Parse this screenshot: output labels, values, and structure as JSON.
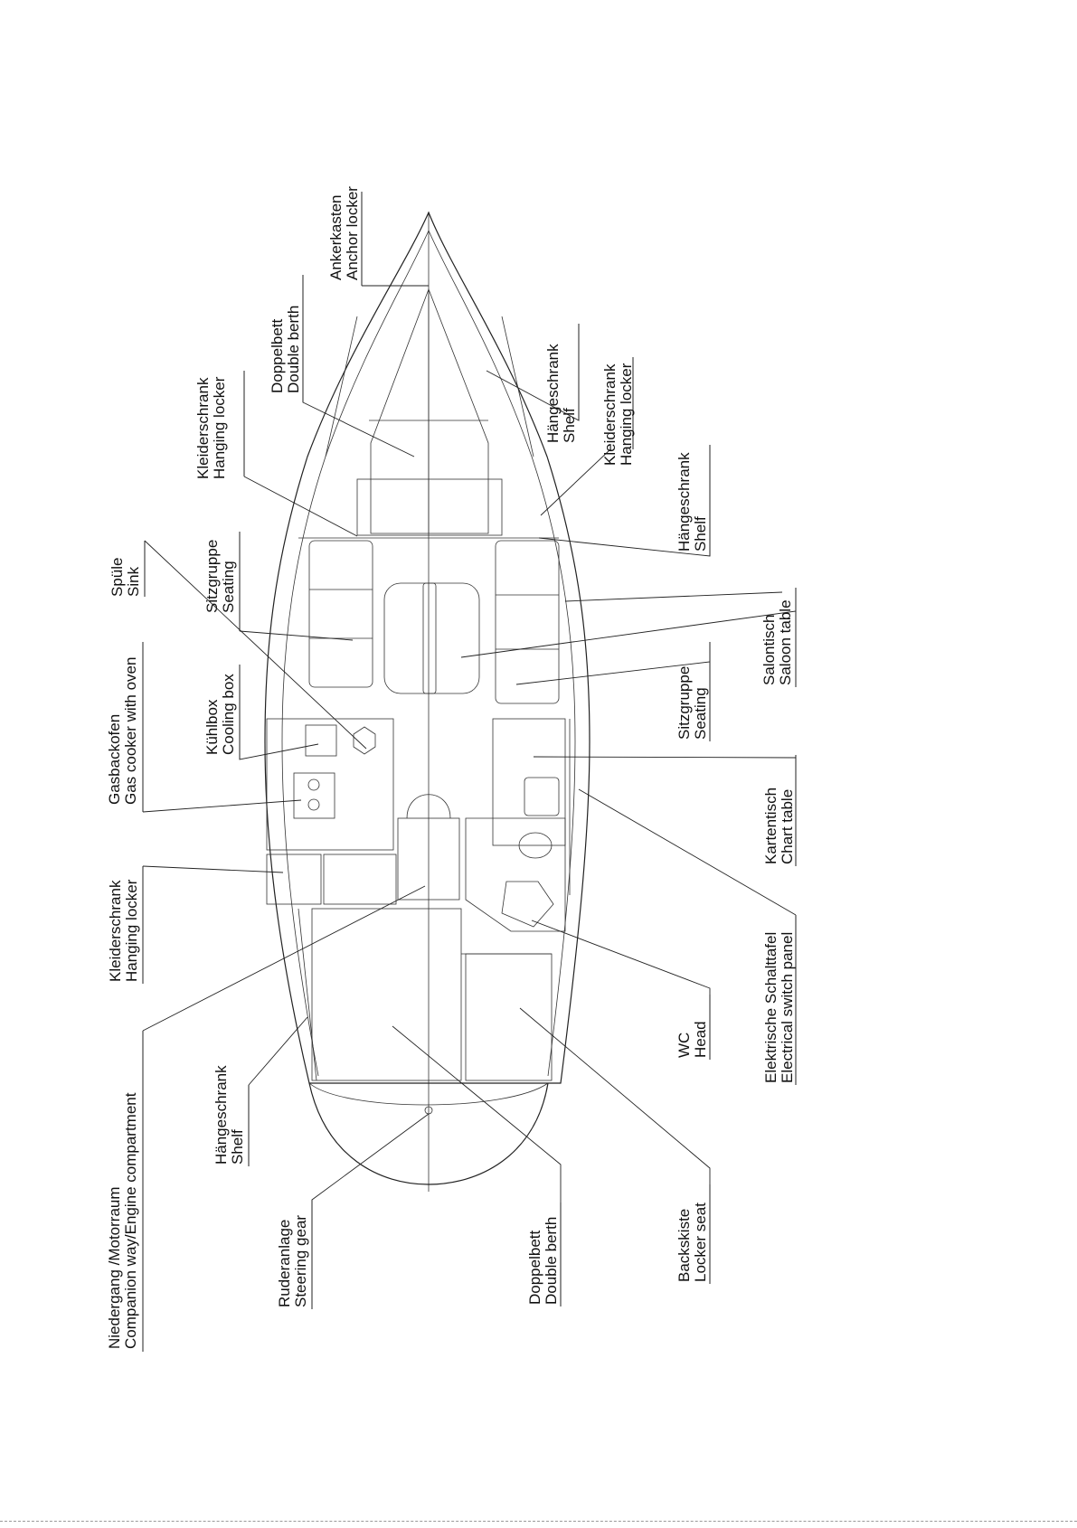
{
  "labels": {
    "anchor_locker": {
      "de": "Ankerkasten",
      "en": "Anchor locker"
    },
    "double_berth_fwd": {
      "de": "Doppelbett",
      "en": "Double berth"
    },
    "hanging_locker_fwd_port": {
      "de": "Kleiderschrank",
      "en": "Hanging locker"
    },
    "shelf_fwd_stbd": {
      "de": "Hängeschrank",
      "en": "Shelf"
    },
    "hanging_locker_fwd_stbd": {
      "de": "Kleiderschrank",
      "en": "Hanging locker"
    },
    "shelf_saloon_stbd": {
      "de": "Hängeschrank",
      "en": "Shelf"
    },
    "sink": {
      "de": "Spüle",
      "en": "Sink"
    },
    "seating_port": {
      "de": "Sitzgruppe",
      "en": "Seating"
    },
    "saloon_table": {
      "de": "Salontisch",
      "en": "Saloon table"
    },
    "seating_stbd": {
      "de": "Sitzgruppe",
      "en": "Seating"
    },
    "gas_cooker": {
      "de": "Gasbackofen",
      "en": "Gas cooker with oven"
    },
    "cooling_box": {
      "de": "Kühlbox",
      "en": "Cooling box"
    },
    "chart_table": {
      "de": "Kartentisch",
      "en": "Chart table"
    },
    "hanging_locker_aft": {
      "de": "Kleiderschrank",
      "en": "Hanging locker"
    },
    "switch_panel": {
      "de": "Elektrische Schalttafel",
      "en": "Electrical switch panel"
    },
    "head": {
      "de": "WC",
      "en": "Head"
    },
    "companion_way": {
      "de": "Niedergang /Motorraum",
      "en": "Companion way/Engine compartment"
    },
    "shelf_aft_port": {
      "de": "Hängeschrank",
      "en": "Shelf"
    },
    "steering_gear": {
      "de": "Ruderanlage",
      "en": "Steering gear"
    },
    "double_berth_aft": {
      "de": "Doppelbett",
      "en": "Double berth"
    },
    "locker_seat": {
      "de": "Backskiste",
      "en": "Locker seat"
    }
  },
  "colors": {
    "line": "#222222",
    "text": "#111111",
    "background": "#ffffff"
  }
}
